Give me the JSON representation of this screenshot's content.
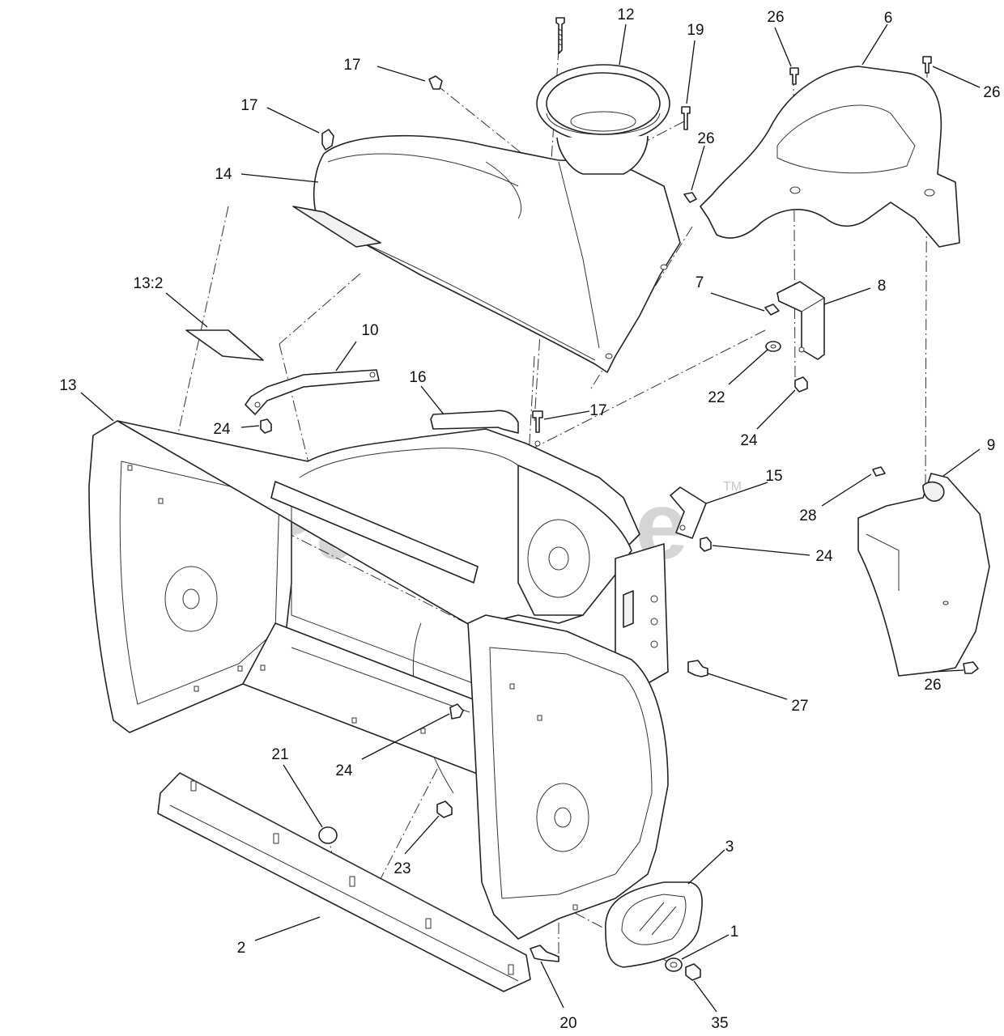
{
  "watermark": {
    "text": "PartsTree",
    "trademark": "TM"
  },
  "callouts": [
    {
      "id": "c1",
      "label": "1"
    },
    {
      "id": "c2",
      "label": "2"
    },
    {
      "id": "c3",
      "label": "3"
    },
    {
      "id": "c6",
      "label": "6"
    },
    {
      "id": "c7",
      "label": "7"
    },
    {
      "id": "c8",
      "label": "8"
    },
    {
      "id": "c9",
      "label": "9"
    },
    {
      "id": "c10",
      "label": "10"
    },
    {
      "id": "c12",
      "label": "12"
    },
    {
      "id": "c13",
      "label": "13"
    },
    {
      "id": "c13-2",
      "label": "13:2"
    },
    {
      "id": "c14",
      "label": "14"
    },
    {
      "id": "c15",
      "label": "15"
    },
    {
      "id": "c16",
      "label": "16"
    },
    {
      "id": "c17a",
      "label": "17"
    },
    {
      "id": "c17b",
      "label": "17"
    },
    {
      "id": "c17c",
      "label": "17"
    },
    {
      "id": "c19",
      "label": "19"
    },
    {
      "id": "c20",
      "label": "20"
    },
    {
      "id": "c21",
      "label": "21"
    },
    {
      "id": "c22",
      "label": "22"
    },
    {
      "id": "c23",
      "label": "23"
    },
    {
      "id": "c24a",
      "label": "24"
    },
    {
      "id": "c24b",
      "label": "24"
    },
    {
      "id": "c24c",
      "label": "24"
    },
    {
      "id": "c24d",
      "label": "24"
    },
    {
      "id": "c26a",
      "label": "26"
    },
    {
      "id": "c26b",
      "label": "26"
    },
    {
      "id": "c26c",
      "label": "26"
    },
    {
      "id": "c26d",
      "label": "26"
    },
    {
      "id": "c27",
      "label": "27"
    },
    {
      "id": "c28",
      "label": "28"
    },
    {
      "id": "c35",
      "label": "35"
    }
  ]
}
